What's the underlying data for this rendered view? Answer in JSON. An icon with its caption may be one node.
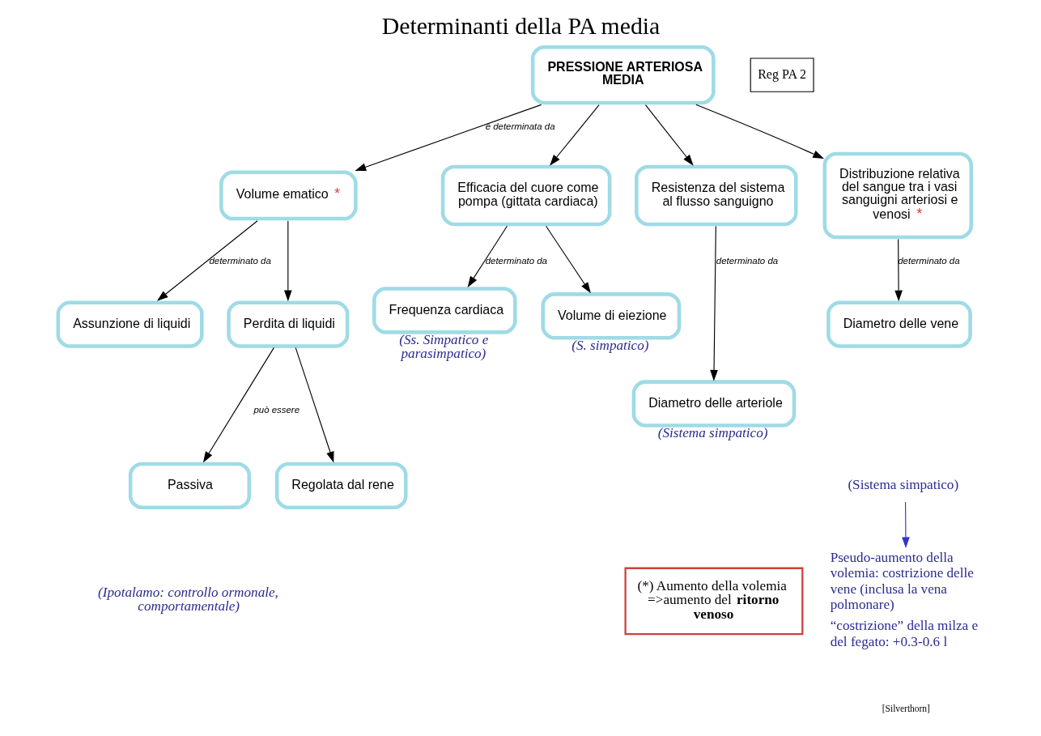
{
  "diagram": {
    "title": "Determinanti della PA media",
    "nodes": [
      {
        "text": [
          "PRESSIONE ARTERIOSA MEDIA"
        ]
      },
      {
        "text": [
          "Volume ematico",
          "*"
        ]
      },
      {
        "text": [
          "Efficacia del cuore come pompa (gittata cardiaca)"
        ]
      },
      {
        "text": [
          "Resistenza del sistema al flusso sanguigno"
        ]
      },
      {
        "text": [
          "Distribuzione relativa del sangue tra i vasi sanguigni arteriosi e venosi",
          "*"
        ]
      },
      {
        "text": [
          "Assunzione di liquidi"
        ]
      },
      {
        "text": [
          "Perdita di liquidi"
        ]
      },
      {
        "text": [
          "Frequenza cardiaca"
        ],
        "beside": [
          "(Ss. Simpatico e parasimpatico)"
        ]
      },
      {
        "text": [
          "Volume di eiezione"
        ],
        "beside": [
          "(S. simpatico)"
        ]
      },
      {
        "text": [
          "Diametro delle arteriole"
        ],
        "beside": [
          "(Sistema simpatico)"
        ]
      },
      {
        "text": [
          "Diametro delle vene"
        ]
      },
      {
        "text": [
          "Passiva"
        ]
      },
      {
        "text": [
          "Regolata dal rene"
        ]
      },
      {
        "text": [
          "(Sistema simpatico)"
        ]
      },
      {
        "text": [
          "Pseudo-aumento della volemia: costrizione delle vene (inclusa la vena polmonare)",
          "“costrizione” della milza e del fegato: +0.3-0.6 l"
        ]
      },
      {
        "text": [
          "(*) Aumento della volemia =>aumento del **ritorno venoso**"
        ]
      }
    ],
    "edges": [
      {
        "from": 0,
        "to": 1,
        "arrow": "to",
        "label": "è determinata da"
      },
      {
        "from": 0,
        "to": 2,
        "arrow": "to"
      },
      {
        "from": 0,
        "to": 3,
        "arrow": "to"
      },
      {
        "from": 0,
        "to": 4,
        "arrow": "to"
      },
      {
        "from": 1,
        "to": 5,
        "arrow": "to",
        "label": "determinato da"
      },
      {
        "from": 1,
        "to": 6,
        "arrow": "to"
      },
      {
        "from": 2,
        "to": 7,
        "arrow": "to",
        "label": "determinato da"
      },
      {
        "from": 2,
        "to": 8,
        "arrow": "to"
      },
      {
        "from": 3,
        "to": 9,
        "arrow": "to",
        "label": "determinato da"
      },
      {
        "from": 4,
        "to": 10,
        "arrow": "to",
        "label": "determinato da"
      },
      {
        "from": 6,
        "to": 11,
        "arrow": "to",
        "label": "può essere"
      },
      {
        "from": 6,
        "to": 12,
        "arrow": "to"
      },
      {
        "from": 13,
        "to": 14,
        "arrow": "to",
        "color": "#3333cc"
      }
    ],
    "labels": [
      "Reg PA 2",
      "(Ipotalamo: controllo ormonale, comportamentale)",
      "[Silverthorn]"
    ]
  }
}
